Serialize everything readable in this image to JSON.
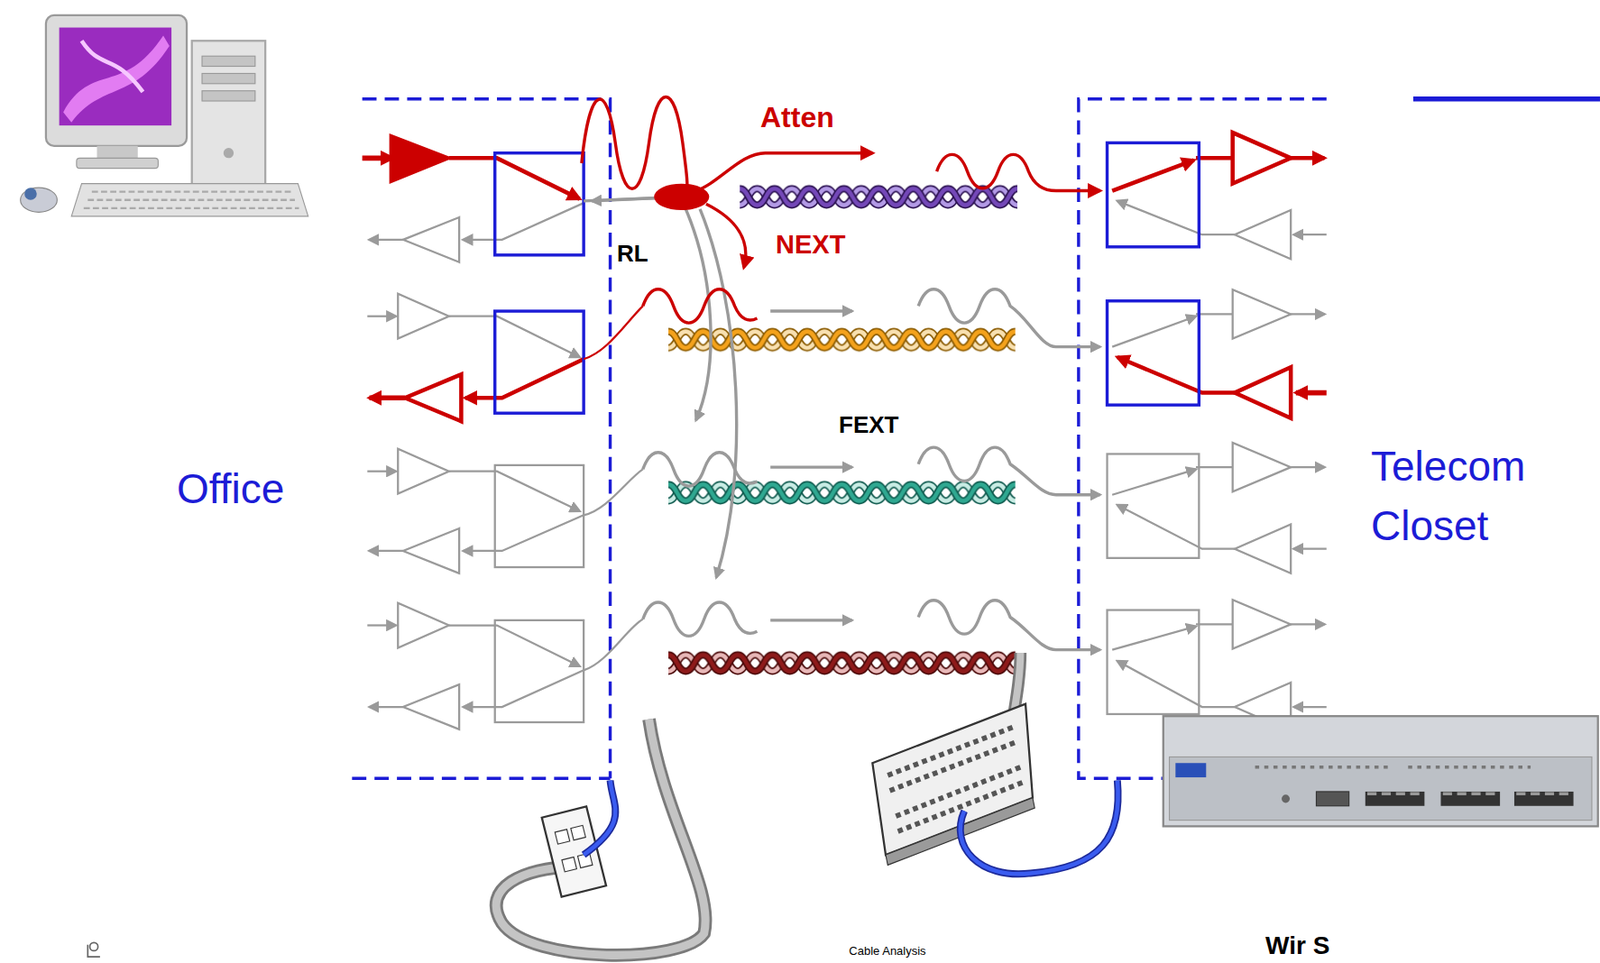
{
  "diagram": {
    "nodes": [
      {
        "text": [
          "Office"
        ]
      },
      {
        "text": [
          "Telecom Closet"
        ]
      }
    ],
    "labels": [
      "Atten",
      "NEXT",
      "RL",
      "FEXT",
      "Cable Analysis",
      "Wir S"
    ]
  }
}
